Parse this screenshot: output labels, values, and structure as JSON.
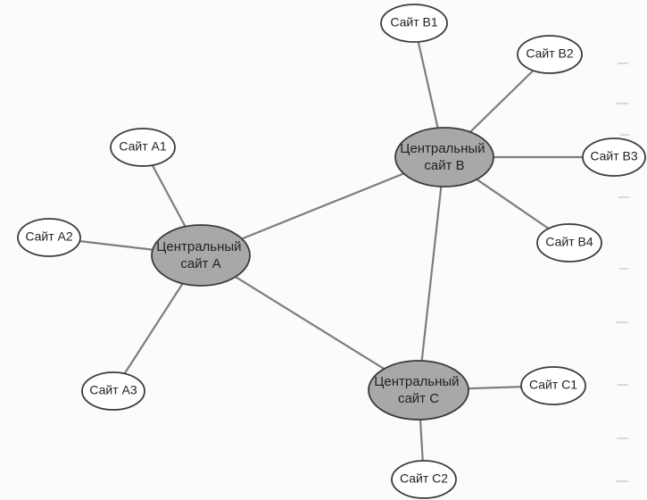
{
  "hubs": {
    "a": {
      "line1": "Центральный",
      "line2": "сайт А"
    },
    "b": {
      "line1": "Центральный",
      "line2": "сайт В"
    },
    "c": {
      "line1": "Центральный",
      "line2": "сайт С"
    }
  },
  "sites": {
    "a1": "Сайт А1",
    "a2": "Сайт А2",
    "a3": "Сайт А3",
    "b1": "Сайт В1",
    "b2": "Сайт В2",
    "b3": "Сайт В3",
    "b4": "Сайт В4",
    "c1": "Сайт С1",
    "c2": "Сайт С2"
  }
}
